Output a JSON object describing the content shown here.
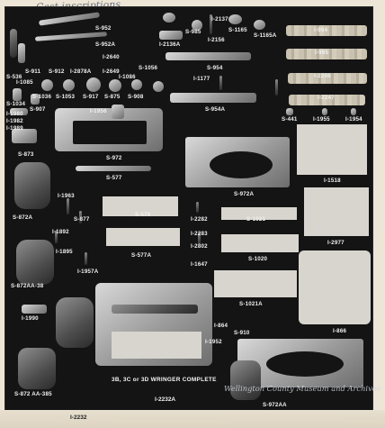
{
  "header": {
    "handwritten_note": "Cast inscriptions"
  },
  "labels": {
    "s952": "S-952",
    "s952a": "S-952A",
    "i2137": "I-2137",
    "s985": "S-985",
    "s1165": "S-1165",
    "s1165a": "S-1165A",
    "i2156": "I-2156",
    "i2136a": "I-2136A",
    "i964": "I-964",
    "i965": "I-965",
    "i2246": "I-2246",
    "i2247": "I-2247",
    "s536": "S-536",
    "s911": "S-911",
    "s912": "S-912",
    "i2878a": "I-2878A",
    "i2640": "I-2640",
    "i2649": "I-2649",
    "s1056": "S-1056",
    "i1086": "I-1086",
    "s954": "S-954",
    "i1177": "I-1177",
    "i1085": "I-1085",
    "s1036": "S-1036",
    "s1053": "S-1053",
    "s917": "S-917",
    "s875": "S-875",
    "s908": "S-908",
    "s954a": "S-954A",
    "s1034": "S-1034",
    "s907": "S-907",
    "i1956": "I-1956",
    "s441": "S-441",
    "i1955": "I-1955",
    "i1954": "I-1954",
    "i1980": "I-1980",
    "i1982": "I-1982",
    "i1989": "I-1989",
    "s873": "S-873",
    "s972": "S-972",
    "s577": "S-577",
    "i1518": "I-1518",
    "i1963": "I-1963",
    "s576": "S-576",
    "s972a": "S-972A",
    "s872a": "S-872A",
    "s877": "S-877",
    "i2282": "I-2282",
    "s1021": "S-1021",
    "i1892": "I-1892",
    "i2283": "I-2283",
    "i2802": "I-2802",
    "i2977": "I-2977",
    "i1895": "I-1895",
    "s577a": "S-577A",
    "s1020": "S-1020",
    "i1647": "I-1647",
    "i1957a": "I-1957A",
    "s872aa38": "S-872AA-38",
    "s1021a": "S-1021A",
    "i1990": "I-1990",
    "i866": "I-866",
    "i864": "I-864",
    "i1952": "I-1952",
    "s910": "S-910",
    "s872aa385": "S-872 AA-385",
    "s972aa": "S-972AA",
    "i2232": "I-2232",
    "i2232a": "I-2232A"
  },
  "caption": "3B, 3C or 3D WRINGER COMPLETE",
  "watermark": "Wellington County Museum and Archives"
}
